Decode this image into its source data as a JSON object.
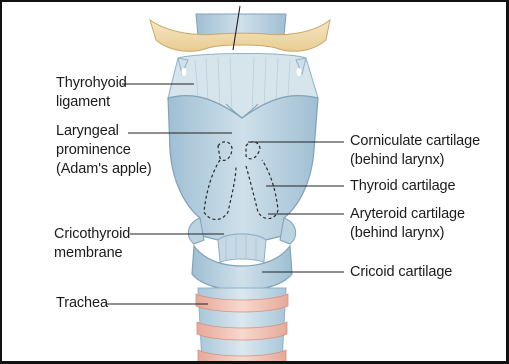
{
  "labels": {
    "thyrohyoid_ligament": "Thyrohyoid\nligament",
    "laryngeal_prominence": "Laryngeal\nprominence\n(Adam's apple)",
    "cricothyroid_membrane": "Cricothyroid\nmembrane",
    "trachea": "Trachea",
    "corniculate_cartilage": "Corniculate cartilage\n(behind larynx)",
    "thyroid_cartilage": "Thyroid cartilage",
    "aryteroid_cartilage": "Aryteroid cartilage\n(behind larynx)",
    "cricoid_cartilage": "Cricoid cartilage"
  },
  "colors": {
    "cartilage": "#bcd4e2",
    "cartilage_dark": "#8fb0c6",
    "hyoid": "#f2dcae",
    "trachea_ring": "#f3c7bb",
    "leader": "#222222"
  }
}
